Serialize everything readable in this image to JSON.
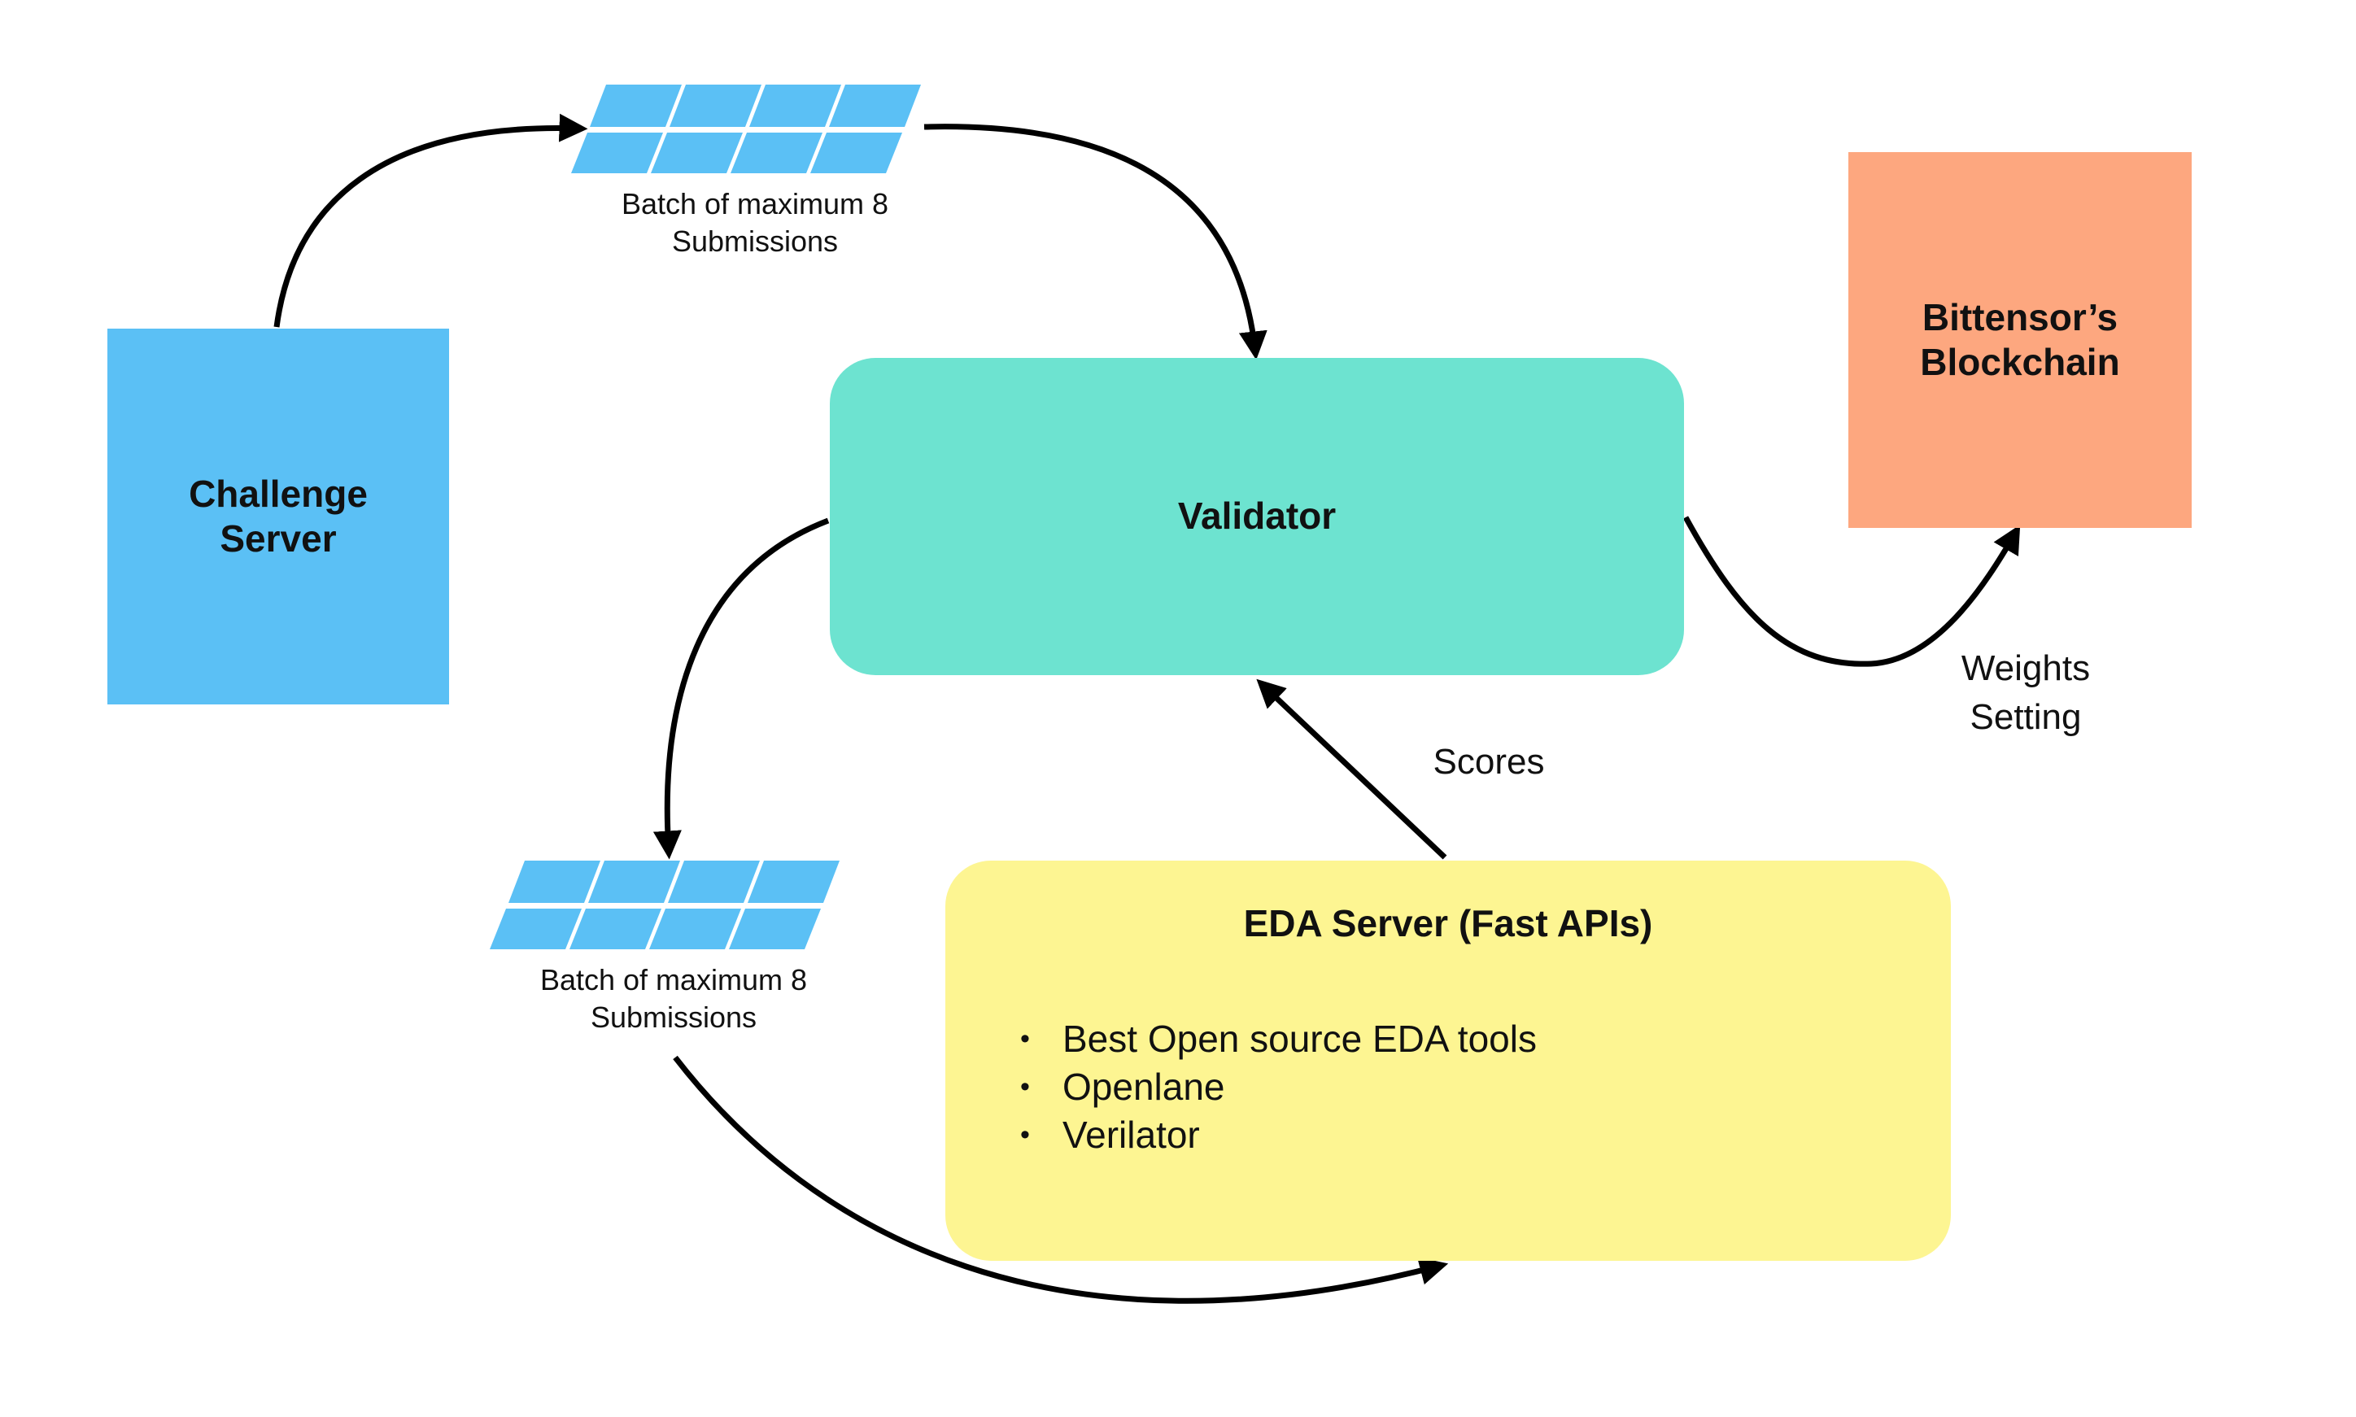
{
  "nodes": {
    "challenge_server": "Challenge\nServer",
    "validator": "Validator",
    "blockchain": "Bittensor’s\nBlockchain",
    "eda_server": {
      "title": "EDA Server (Fast APIs)",
      "items": [
        "Best Open source EDA tools",
        "Openlane",
        "Verilator"
      ]
    }
  },
  "batches": {
    "top": "Batch of maximum 8\nSubmissions",
    "bottom": "Batch of maximum 8\nSubmissions"
  },
  "edge_labels": {
    "scores": "Scores",
    "weights_setting": "Weights\nSetting"
  },
  "colors": {
    "challenge_server": "#5bc0f5",
    "validator": "#6de3d0",
    "blockchain": "#fda77f",
    "eda_server": "#fdf592",
    "batch_cells": "#5bc0f5",
    "arrows": "#000000"
  }
}
